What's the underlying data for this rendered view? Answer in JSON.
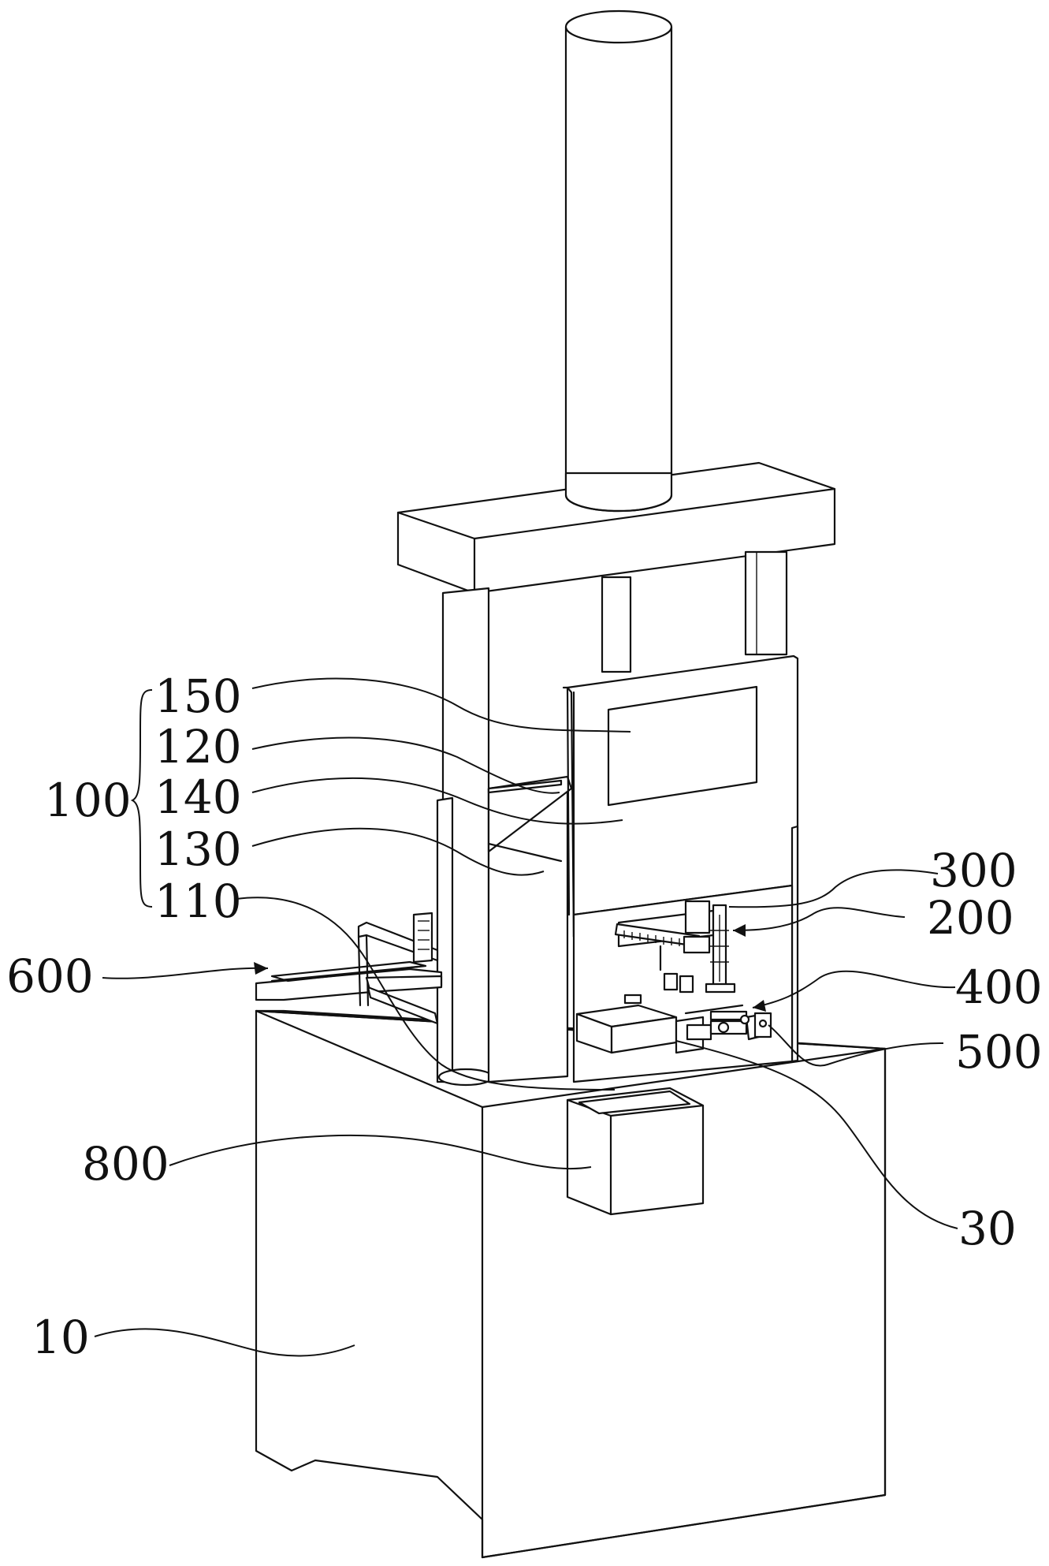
{
  "figure": {
    "labels": {
      "l150": "150",
      "l120": "120",
      "l100": "100",
      "l140": "140",
      "l130": "130",
      "l110": "110",
      "l300": "300",
      "l200": "200",
      "l600": "600",
      "l400": "400",
      "l500": "500",
      "l800": "800",
      "l30": "30",
      "l10": "10"
    }
  }
}
